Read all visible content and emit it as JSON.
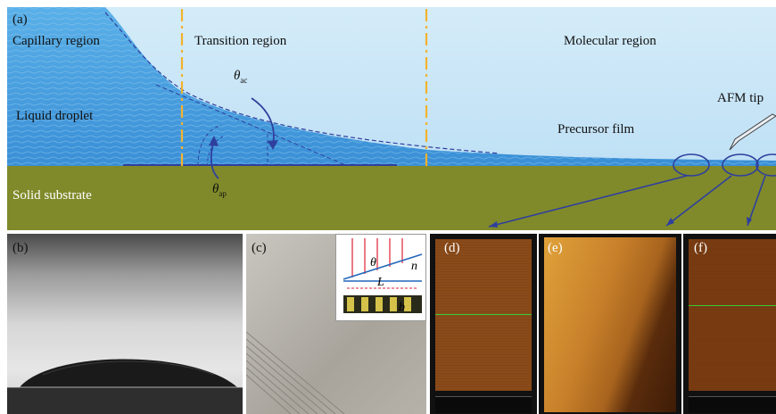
{
  "panel_a": {
    "label": "(a)",
    "regions": [
      "Capillary region",
      "Transition region",
      "Molecular region"
    ],
    "liquid": "Liquid droplet",
    "substrate": "Solid substrate",
    "precursor": "Precursor film",
    "afm": "AFM tip",
    "theta_ac": {
      "symbol": "θ",
      "sub": "ac"
    },
    "theta_ap": {
      "symbol": "θ",
      "sub": "ap"
    }
  },
  "panel_b": {
    "label": "(b)"
  },
  "panel_c": {
    "label": "(c)",
    "inset": {
      "theta": "θ",
      "n": "n",
      "L": "L",
      "b": "b"
    }
  },
  "panel_d": {
    "label": "(d)"
  },
  "panel_e": {
    "label": "(e)"
  },
  "panel_f": {
    "label": "(f)"
  },
  "colors": {
    "liquid": "#4fa3e0",
    "sky": "#c9e6f7",
    "substrate": "#808a2a",
    "divider": "#f2b32e",
    "outline": "#2e3f9e"
  }
}
